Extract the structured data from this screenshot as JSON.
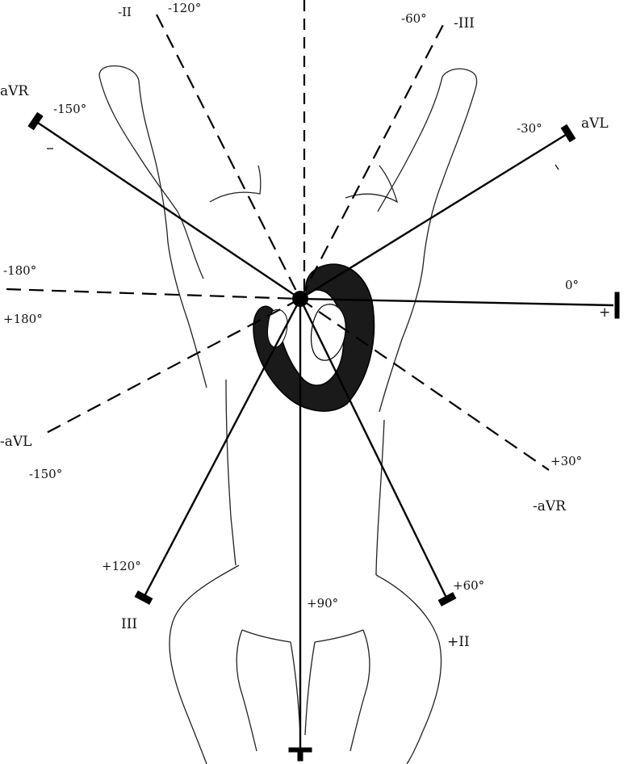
{
  "labels": {
    "neg_II": "-II",
    "neg_120": "-120°",
    "neg_60": "-60°",
    "neg_III": "-III",
    "aVR": "aVR",
    "neg_150_top": "-150°",
    "neg_30": "-30°",
    "aVL": "aVL",
    "neg_180": "-180°",
    "pos_180": "+180°",
    "zero": "0°",
    "plus": "+",
    "neg_aVL": "-aVL",
    "neg_150_bottom": "-150°",
    "pos_30": "+30°",
    "neg_aVR": "-aVR",
    "pos_120": "+120°",
    "III": "III",
    "pos_90": "+90°",
    "pos_60": "+60°",
    "pos_II": "+II"
  }
}
